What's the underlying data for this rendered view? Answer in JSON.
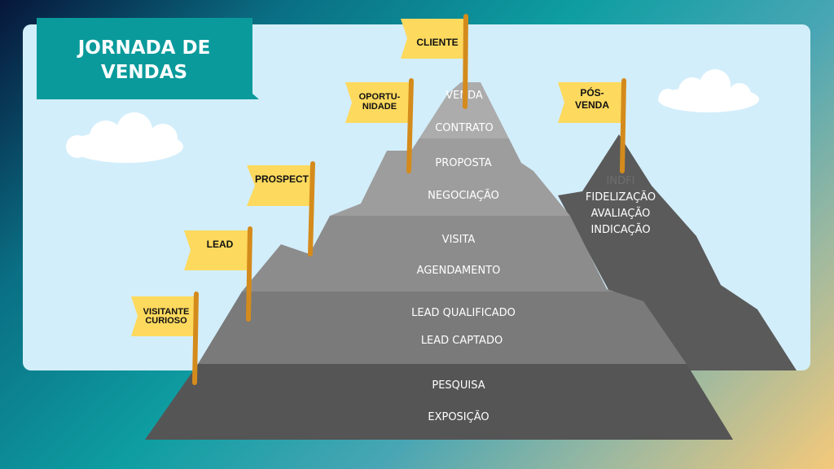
{
  "title": {
    "line1": "JORNADA DE",
    "line2": "VENDAS"
  },
  "flags": {
    "cliente": "CLIENTE",
    "oportunidade": {
      "line1": "OPORTU-",
      "line2": "NIDADE"
    },
    "pos_venda": {
      "line1": "PÓS-",
      "line2": "VENDA"
    },
    "prospect": "PROSPECT",
    "lead": "LEAD",
    "visitante": {
      "line1": "VISITANTE",
      "line2": "CURIOSO"
    }
  },
  "stages": {
    "venda": "VENDA",
    "contrato": "CONTRATO",
    "proposta": "PROPOSTA",
    "negociacao": "NEGOCIAÇÃO",
    "visita": "VISITA",
    "agendamento": "AGENDAMENTO",
    "lead_qualificado": "LEAD QUALIFICADO",
    "lead_captado": "LEAD CAPTADO",
    "pesquisa": "PESQUISA",
    "exposicao": "EXPOSIÇÃO"
  },
  "post_sale": {
    "faded": "INDFI",
    "fidelizacao": "FIDELIZAÇÃO",
    "avaliacao": "AVALIAÇÃO",
    "indicacao": "INDICAÇÃO"
  }
}
